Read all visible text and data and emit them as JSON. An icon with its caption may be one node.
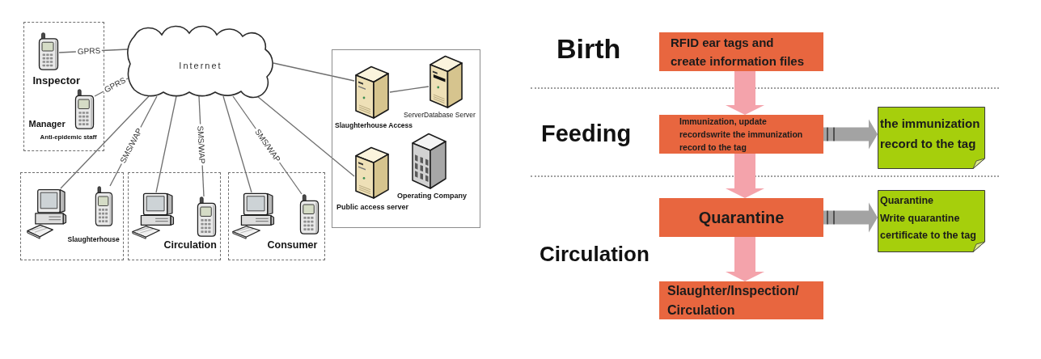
{
  "diagram": {
    "nodes": [
      {
        "text": [
          "Anti-epidemic staff"
        ]
      },
      {
        "text": [],
        "shape": "picture",
        "in": 0,
        "beside": [
          "Inspector"
        ]
      },
      {
        "text": [],
        "shape": "picture",
        "in": 0,
        "beside": [
          "Manager"
        ]
      },
      {
        "text": [
          "Internet"
        ]
      },
      {
        "text": [],
        "shape": "box"
      },
      {
        "text": [],
        "shape": "picture",
        "in": 4,
        "beside": [
          "Slaughterhouse Access"
        ]
      },
      {
        "text": [],
        "shape": "picture",
        "in": 4,
        "beside": [
          "ServerDatabase Server"
        ]
      },
      {
        "text": [],
        "shape": "picture",
        "in": 4,
        "beside": [
          "Public access server"
        ]
      },
      {
        "text": [],
        "shape": "picture",
        "in": 4,
        "beside": [
          "Operating Company"
        ]
      },
      {
        "text": [
          "Slaughterhouse"
        ]
      },
      {
        "text": [],
        "shape": "picture",
        "in": 9
      },
      {
        "text": [],
        "shape": "picture",
        "in": 9
      },
      {
        "text": [
          "Circulation"
        ]
      },
      {
        "text": [],
        "shape": "picture",
        "in": 12
      },
      {
        "text": [],
        "shape": "picture",
        "in": 12
      },
      {
        "text": [
          "Consumer"
        ]
      },
      {
        "text": [],
        "shape": "picture",
        "in": 15
      },
      {
        "text": [],
        "shape": "picture",
        "in": 15
      },
      {
        "text": [
          "RFID ear tags and create information files"
        ]
      },
      {
        "text": [
          "Immunization, update recordswrite the immunization record to the tag"
        ]
      },
      {
        "text": [
          "the immunization record to the tag"
        ]
      },
      {
        "text": [
          "Quarantine"
        ]
      },
      {
        "text": [
          "Quarantine",
          "Write quarantine certificate to the tag"
        ]
      },
      {
        "text": [
          "Slaughter/Inspection/ Circulation"
        ]
      }
    ],
    "edges": [
      {
        "from": 1,
        "to": 3,
        "arrow": "none",
        "label": "GPRS"
      },
      {
        "from": 2,
        "to": 3,
        "arrow": "none",
        "label": "GPRS"
      },
      {
        "from": 3,
        "to": 10,
        "arrow": "none"
      },
      {
        "from": 3,
        "to": 11,
        "arrow": "none",
        "label": "SMS/WAP"
      },
      {
        "from": 3,
        "to": 13,
        "arrow": "none"
      },
      {
        "from": 3,
        "to": 14,
        "arrow": "none",
        "label": "SMS/WAP"
      },
      {
        "from": 3,
        "to": 16,
        "arrow": "none"
      },
      {
        "from": 3,
        "to": 17,
        "arrow": "none",
        "label": "SMS/WAP"
      },
      {
        "from": 3,
        "to": 5,
        "arrow": "none"
      },
      {
        "from": 5,
        "to": 6,
        "arrow": "none"
      },
      {
        "from": 3,
        "to": 7,
        "arrow": "none"
      },
      {
        "from": 18,
        "to": 19,
        "arrow": "to",
        "style": "thick",
        "color": "#f4a3ab"
      },
      {
        "from": 19,
        "to": 21,
        "arrow": "to",
        "style": "thick",
        "color": "#f4a3ab"
      },
      {
        "from": 21,
        "to": 23,
        "arrow": "to",
        "style": "thick",
        "color": "#f4a3ab"
      },
      {
        "from": 19,
        "to": 20,
        "arrow": "to",
        "style": "thick",
        "color": "#a3a3a3"
      },
      {
        "from": 21,
        "to": 22,
        "arrow": "to",
        "style": "thick",
        "color": "#a3a3a3"
      }
    ],
    "labels": [
      "Birth",
      "Feeding",
      "Circulation"
    ]
  }
}
